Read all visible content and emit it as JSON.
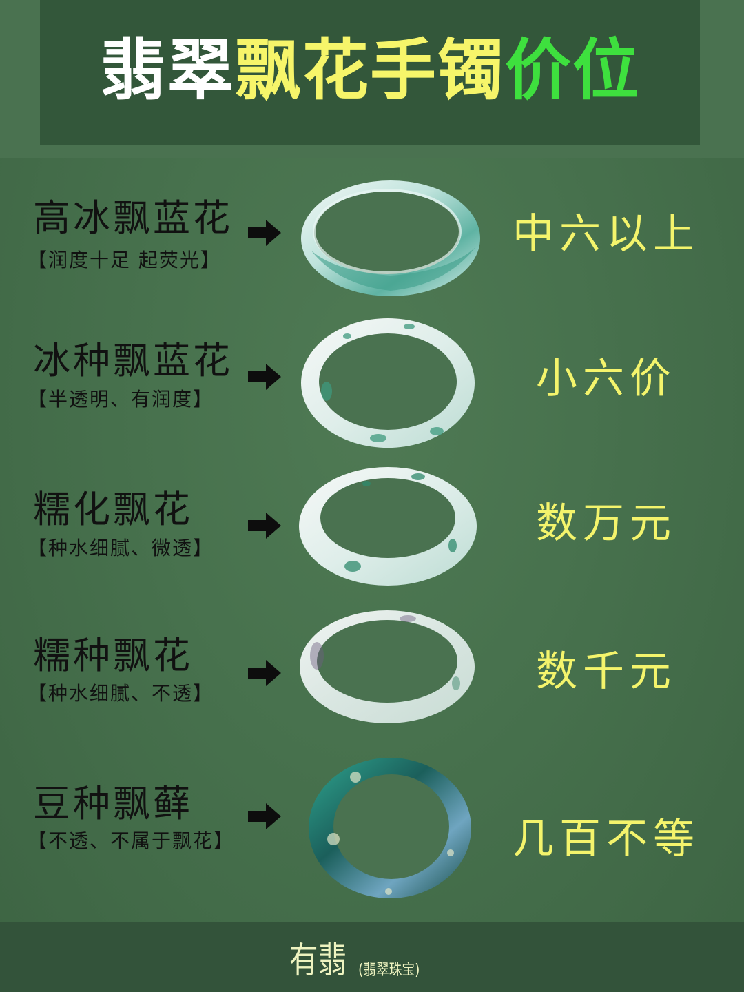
{
  "header": {
    "title_part1": "翡翠",
    "title_part2": "飘花手镯",
    "title_part3": "价位",
    "colors": {
      "part1": "#ffffff",
      "part2": "#f6f56a",
      "part3": "#3ee03e",
      "background": "#33573a"
    }
  },
  "rows": [
    {
      "name": "高冰飘蓝花",
      "desc": "【润度十足  起荧光】",
      "price": "中六以上",
      "bangle": "high-ice-blue-flower-bangle"
    },
    {
      "name": "冰种飘蓝花",
      "desc": "【半透明、有润度】",
      "price": "小六价",
      "bangle": "ice-blue-flower-bangle"
    },
    {
      "name": "糯化飘花",
      "desc": "【种水细腻、微透】",
      "price": "数万元",
      "bangle": "glutinous-flower-bangle"
    },
    {
      "name": "糯种飘花",
      "desc": "【种水细腻、不透】",
      "price": "数千元",
      "bangle": "glutinous-type-bangle"
    },
    {
      "name": "豆种飘藓",
      "desc": "【不透、不属于飘花】",
      "price": "几百不等",
      "bangle": "bean-moss-bangle"
    }
  ],
  "price_color": "#f4f46c",
  "footer": {
    "brand": "有翡",
    "subtitle": "(翡翠珠宝)"
  }
}
